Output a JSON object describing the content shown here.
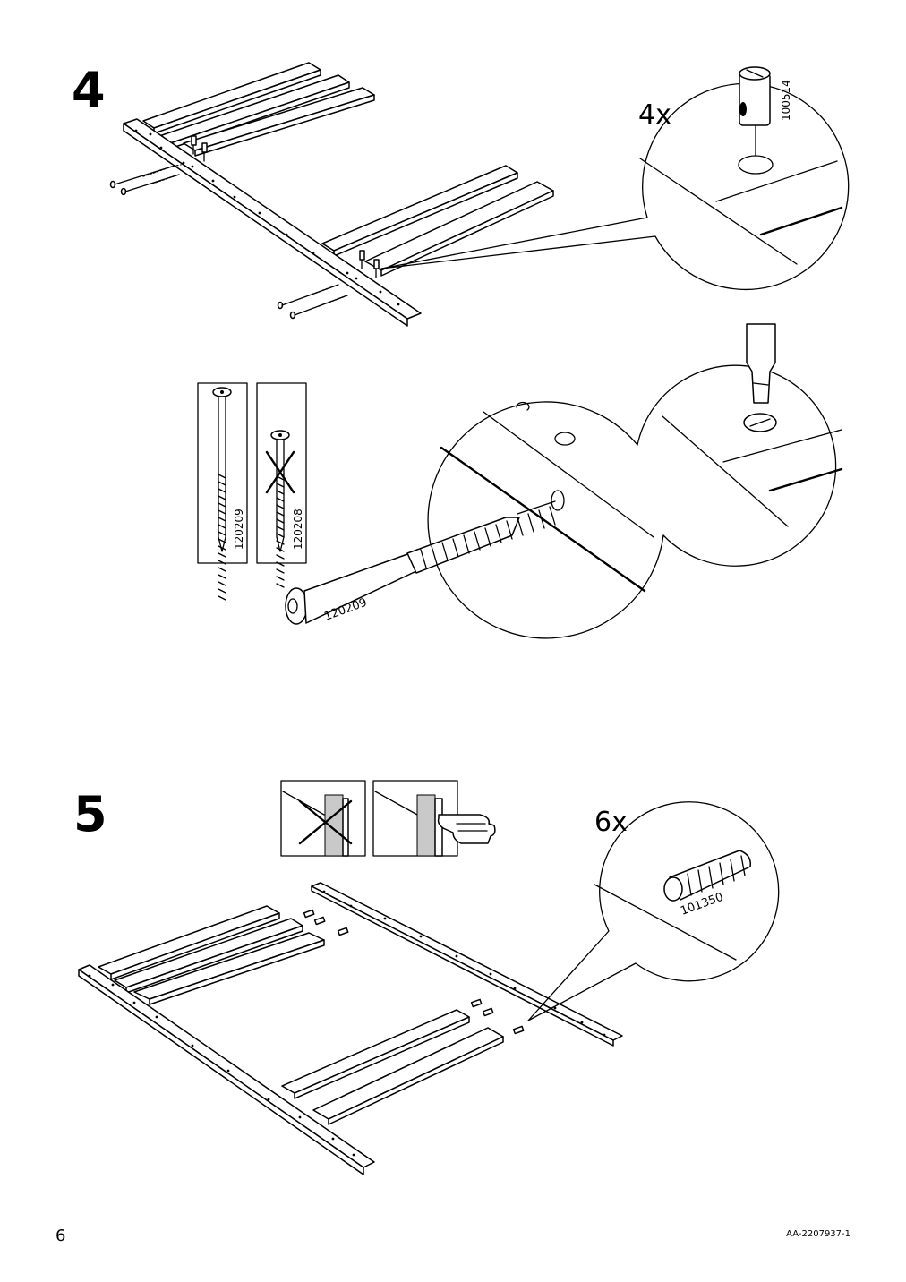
{
  "steps": [
    {
      "number": "4",
      "hardware": [
        {
          "code": "100514",
          "quantity": "4x"
        },
        {
          "code": "120209",
          "status": "correct"
        },
        {
          "code": "120208",
          "status": "wrong"
        }
      ],
      "detail_bolt_label": "120209"
    },
    {
      "number": "5",
      "hardware": [
        {
          "code": "101350",
          "quantity": "6x"
        }
      ]
    }
  ],
  "footer": {
    "page_number": "6",
    "doc_code": "AA-2207937-1"
  },
  "icons": [
    "cross-dowel-icon",
    "bolt-icon",
    "screwdriver-icon",
    "wooden-dowel-icon",
    "pointing-hand-icon",
    "wrong-x-icon"
  ]
}
